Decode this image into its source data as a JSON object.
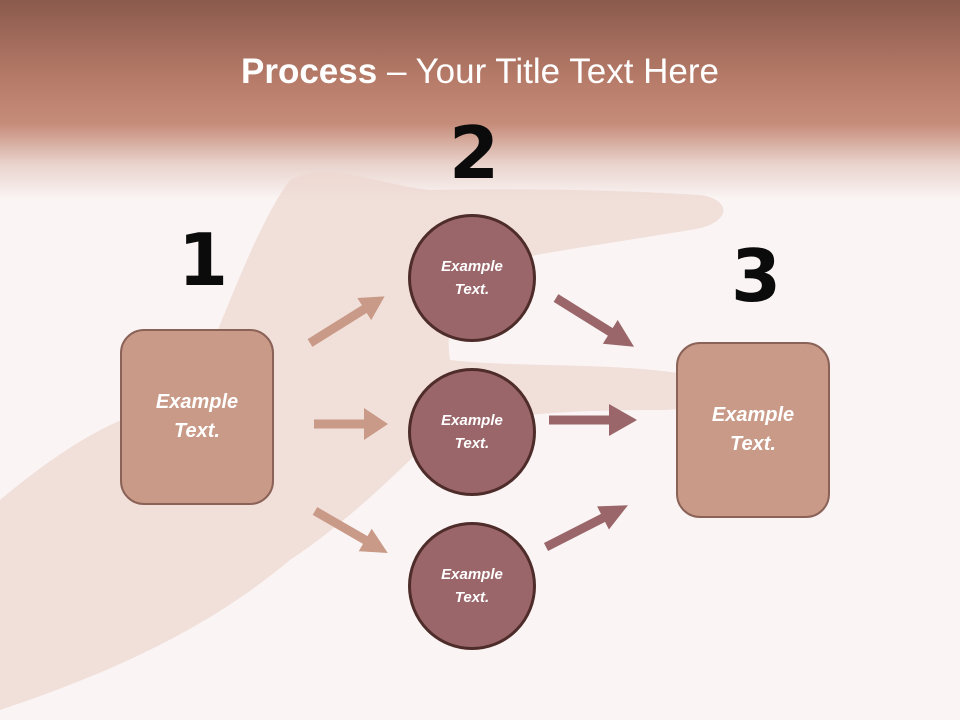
{
  "title": {
    "bold": "Process",
    "rest": " – Your Title Text Here"
  },
  "steps": [
    {
      "number": "1",
      "label": "Example\nText."
    },
    {
      "number": "2"
    },
    {
      "number": "3",
      "label": "Example\nText."
    }
  ],
  "circles": [
    {
      "label": "Example\nText."
    },
    {
      "label": "Example\nText."
    },
    {
      "label": "Example\nText."
    }
  ],
  "colors": {
    "header": "#b77b69",
    "box_fill": "#c99a87",
    "circle_fill": "#9a666a",
    "arrow_light": "#c99a87",
    "arrow_dark": "#9a666a"
  }
}
